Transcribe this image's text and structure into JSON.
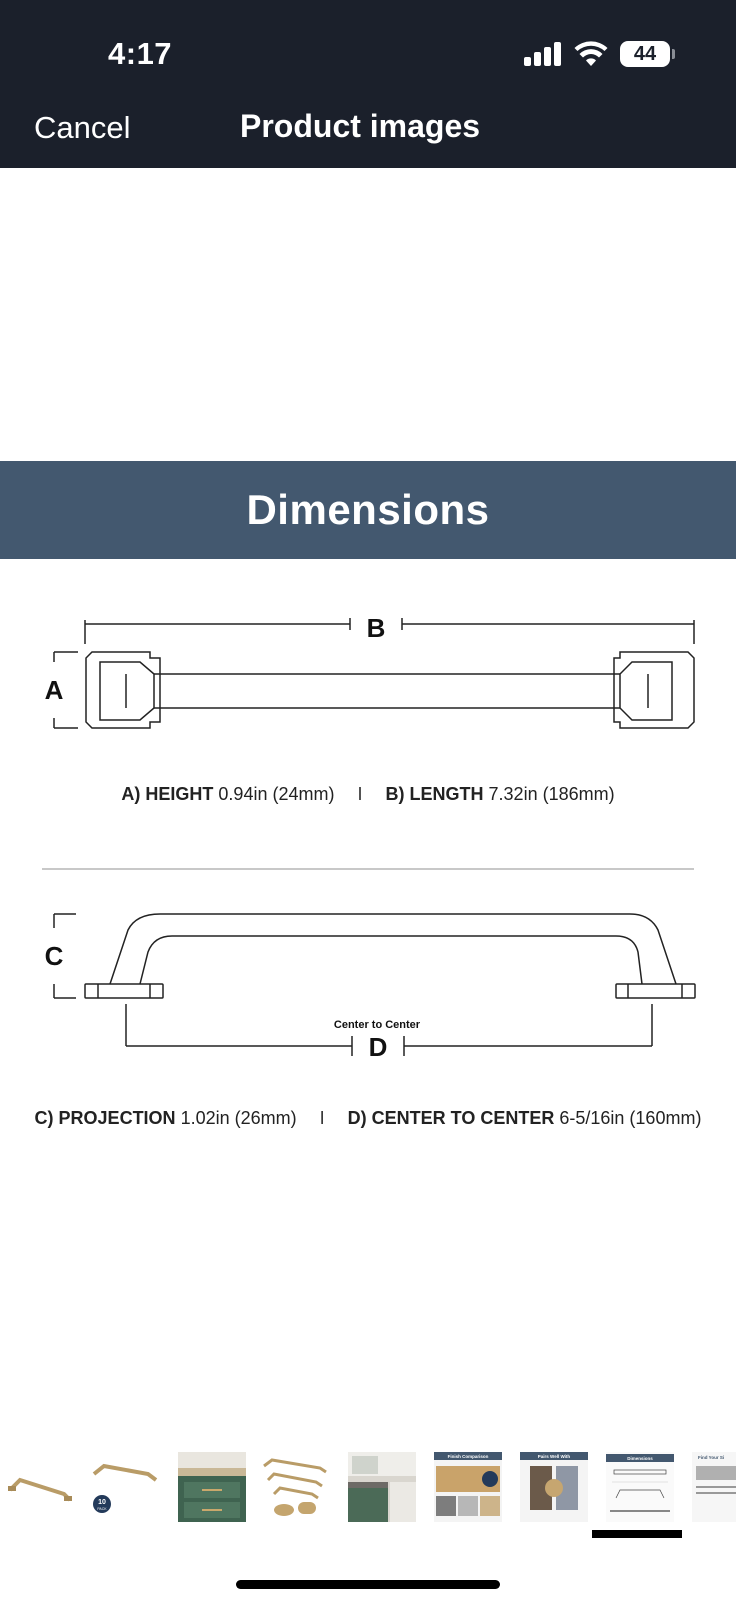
{
  "status_bar": {
    "time": "4:17",
    "battery": "44"
  },
  "nav": {
    "cancel_label": "Cancel",
    "title": "Product images"
  },
  "image": {
    "banner_title": "Dimensions",
    "label_a": "A",
    "label_b": "B",
    "label_c": "C",
    "label_d": "D",
    "center_to_center_caption": "Center to Center",
    "row1": {
      "a_label": "A) HEIGHT",
      "a_value": "0.94in (24mm)",
      "b_label": "B) LENGTH",
      "b_value": "7.32in (186mm)",
      "separator": "I"
    },
    "row2": {
      "c_label": "C) PROJECTION",
      "c_value": "1.02in (26mm)",
      "d_label": "D) CENTER TO CENTER",
      "d_value": "6-5/16in (160mm)",
      "separator": "I"
    }
  },
  "thumbnails": {
    "badge_10": "10",
    "badge_pack": "PACK",
    "finish_comparison": "Finish Comparison",
    "pairs_well_with": "Pairs Well With",
    "dimensions": "Dimensions",
    "find_your": "Find Your Si",
    "active_index": 7
  },
  "colors": {
    "header_bg": "#1b202b",
    "banner_bg": "#43586f",
    "brass": "#c2a36b"
  }
}
